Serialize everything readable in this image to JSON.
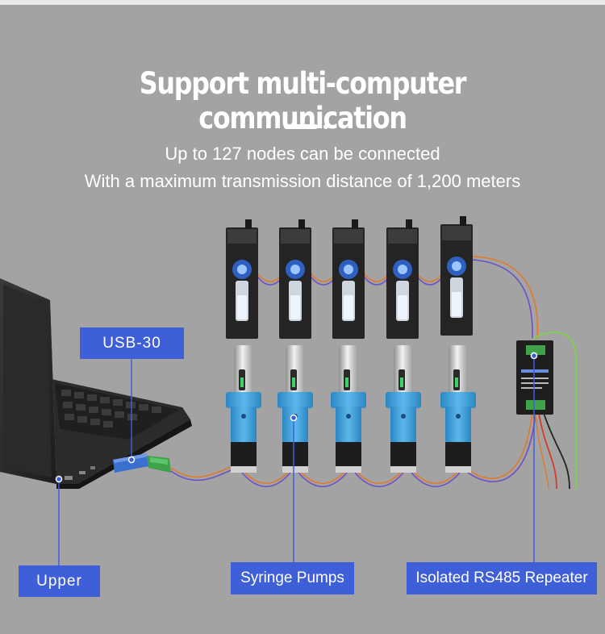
{
  "header": {
    "title": "Support multi-computer communication",
    "subtitle_line1": "Up to 127 nodes can be connected",
    "subtitle_line2": "With a maximum transmission distance of 1,200 meters"
  },
  "labels": {
    "usb": "USB-30",
    "upper": "Upper",
    "pumps": "Syringe Pumps",
    "repeater": "Isolated RS485 Repeater"
  },
  "colors": {
    "background": "#a3a3a3",
    "label_fill": "#3f5fd8",
    "pump_blue": "#3a9fd8",
    "wire_orange": "#e07a2a",
    "wire_purple": "#6d4fc6"
  }
}
